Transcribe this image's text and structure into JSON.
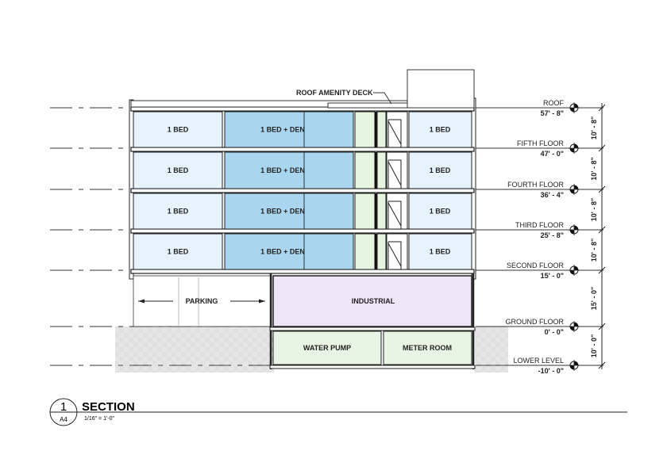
{
  "drawing": {
    "roof_deck_label": "ROOF AMENITY DECK",
    "floors": [
      {
        "rooms": [
          "1 BED",
          "1 BED + DEN",
          "1 BED"
        ]
      },
      {
        "rooms": [
          "1 BED",
          "1 BED + DEN",
          "1 BED"
        ]
      },
      {
        "rooms": [
          "1 BED",
          "1 BED + DEN",
          "1 BED"
        ]
      },
      {
        "rooms": [
          "1 BED",
          "1 BED + DEN",
          "1 BED"
        ]
      }
    ],
    "ground": {
      "parking": "PARKING",
      "industrial": "INDUSTRIAL"
    },
    "lower": {
      "water_pump": "WATER PUMP",
      "meter_room": "METER ROOM"
    },
    "levels": [
      {
        "name": "ROOF",
        "elevation": "57' - 8\""
      },
      {
        "name": "FIFTH FLOOR",
        "elevation": "47' - 0\""
      },
      {
        "name": "FOURTH FLOOR",
        "elevation": "36' - 4\""
      },
      {
        "name": "THIRD FLOOR",
        "elevation": "25' - 8\""
      },
      {
        "name": "SECOND FLOOR",
        "elevation": "15' - 0\""
      },
      {
        "name": "GROUND FLOOR",
        "elevation": "0' - 0\""
      },
      {
        "name": "LOWER LEVEL",
        "elevation": "-10' - 0\""
      }
    ],
    "dimensions": [
      "10' - 8\"",
      "10' - 8\"",
      "10' - 8\"",
      "10' - 8\"",
      "15' - 0\"",
      "10' - 0\""
    ],
    "colors": {
      "unit": "#e6f3fc",
      "den": "#a9d6ee",
      "corridor": "#e6f5df",
      "industrial": "#f0e4f7",
      "lower": "#e8f5e4"
    }
  },
  "title_block": {
    "number": "1",
    "sheet": "A4",
    "title": "SECTION",
    "scale": "1/16\" = 1'-0\""
  }
}
